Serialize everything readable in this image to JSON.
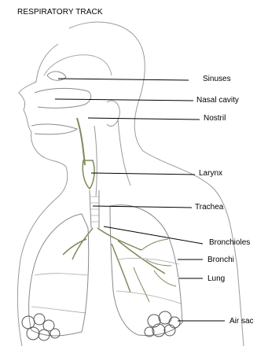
{
  "title": "RESPIRATORY TRACK",
  "labels": {
    "sinuses": "Sinuses",
    "nasal_cavity": "Nasal cavity",
    "nostril": "Nostril",
    "larynx": "Larynx",
    "trachea": "Trachea",
    "bronchioles": "Bronchioles",
    "bronchi": "Bronchi",
    "lung": "Lung",
    "air_sac": "Air sac"
  },
  "colors": {
    "outline": "#8a8a8a",
    "airway": "#7d8a5a",
    "leader": "#000000",
    "background": "#ffffff"
  }
}
